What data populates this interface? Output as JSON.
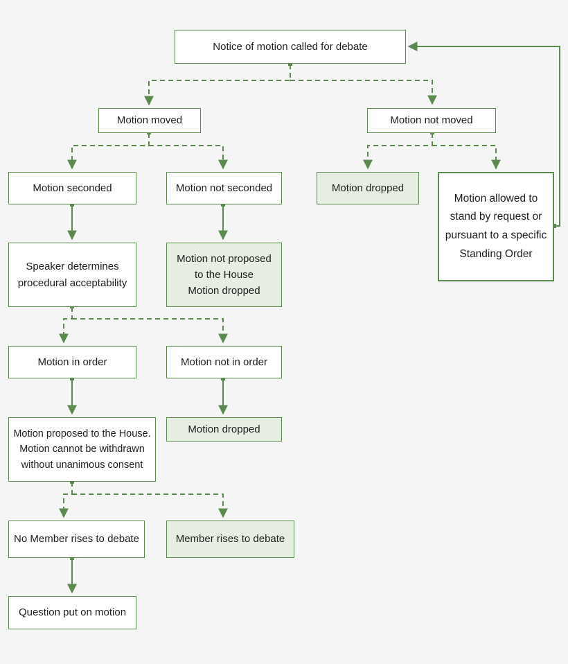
{
  "colors": {
    "line": "#5b8a4f",
    "box_border": "#5b8a4f",
    "box_fill": "#ffffff",
    "terminal_fill": "#e6ede1",
    "background": "#f5f5f5"
  },
  "nodes": {
    "notice": "Notice of motion called for debate",
    "moved": "Motion moved",
    "not_moved": "Motion not moved",
    "seconded": "Motion seconded",
    "not_seconded": "Motion not seconded",
    "dropped_1": "Motion dropped",
    "allowed_stand": "Motion allowed to\nstand by request or\npursuant to a specific\nStanding Order",
    "speaker": "Speaker determines\nprocedural acceptability",
    "not_proposed": "Motion not proposed\nto the House\nMotion dropped",
    "in_order": "Motion in order",
    "not_in_order": "Motion not in order",
    "proposed": "Motion proposed to the House.\nMotion cannot be withdrawn\nwithout unanimous consent",
    "dropped_2": "Motion dropped",
    "no_member": "No Member rises to debate",
    "member_rises": "Member rises to debate",
    "question": "Question put on motion"
  }
}
